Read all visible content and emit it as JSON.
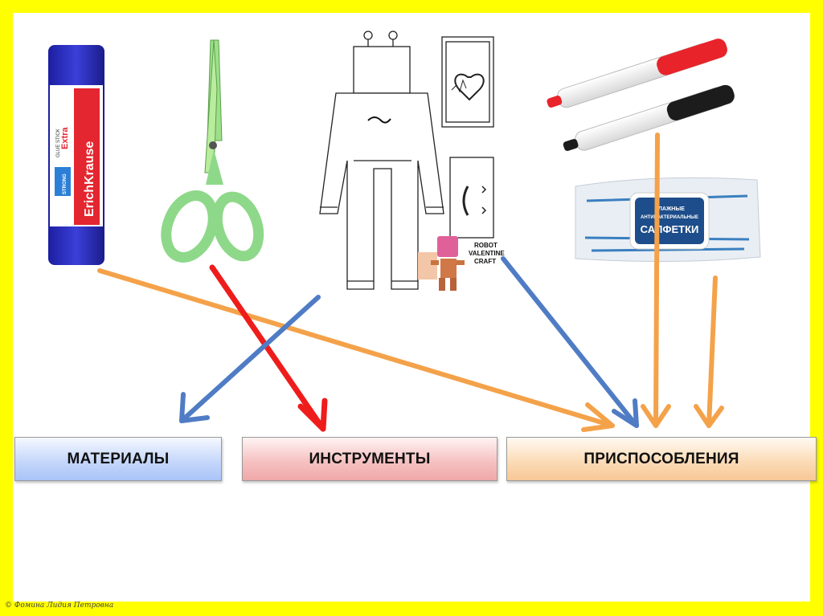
{
  "labels": {
    "materials": "МАТЕРИАЛЫ",
    "tools": "ИНСТРУМЕНТЫ",
    "devices": "ПРИСПОСОБЛЕНИЯ"
  },
  "glue_stick": {
    "brand": "ErichKrause",
    "variant": "Extra",
    "type": "GLUE STICK",
    "badge": "STRONG"
  },
  "robot_craft": {
    "caption_line1": "ROBOT",
    "caption_line2": "VALENTINE",
    "caption_line3": "CRAFT"
  },
  "wipes": {
    "line1": "ВЛАЖНЫЕ",
    "line2": "АНТИБАКТЕРИАЛЬНЫЕ",
    "line3": "САЛФЕТКИ"
  },
  "footer": {
    "copyright": "© Фомина Лидия Петровна"
  },
  "colors": {
    "frame": "#ffff00",
    "arrow_orange": "#f4a24a",
    "arrow_red": "#ef1c1c",
    "arrow_blue": "#4f7cc4",
    "scissors_green": "#8ed88a",
    "marker_red": "#e8232a"
  }
}
